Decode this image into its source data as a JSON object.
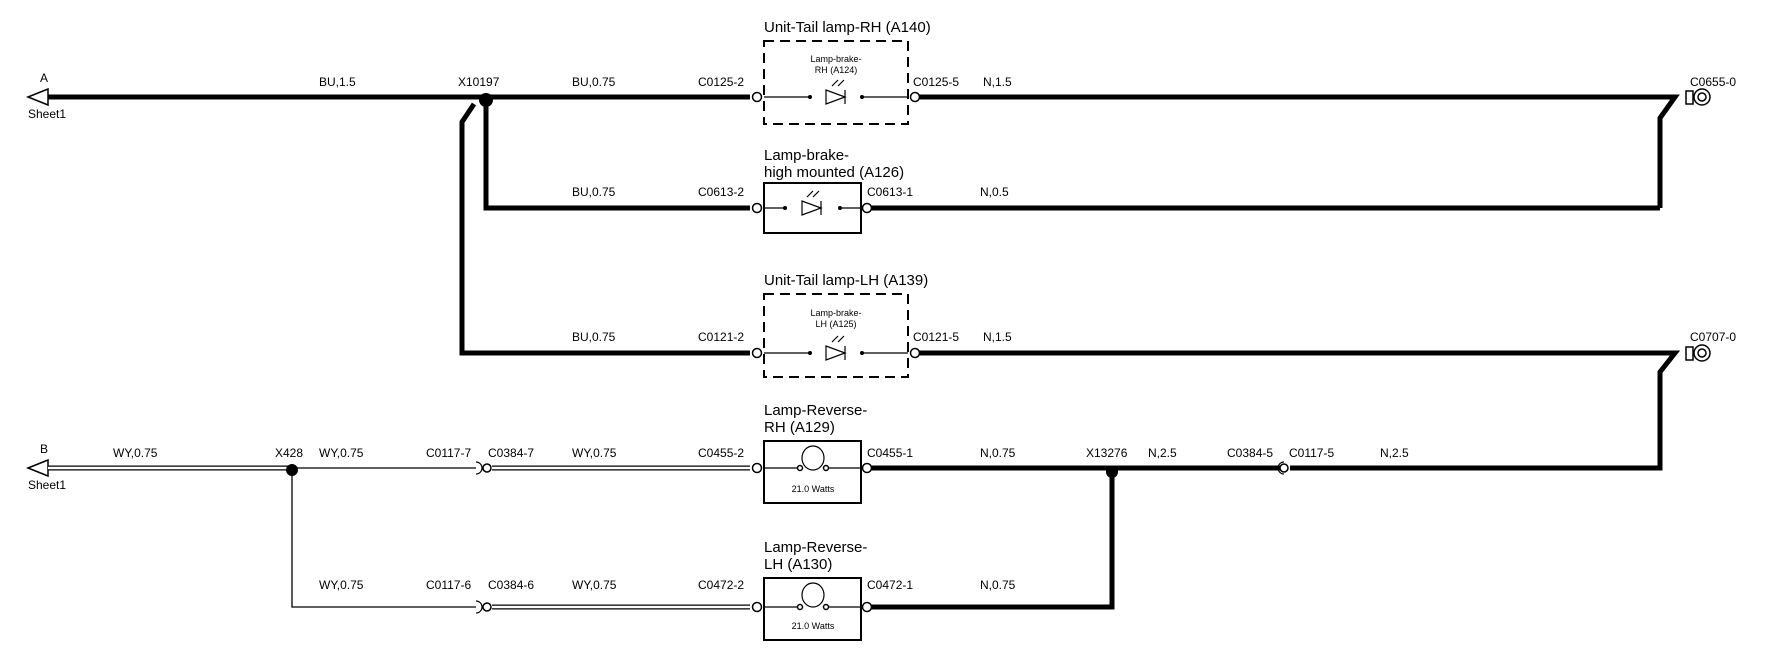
{
  "offpage": {
    "a": {
      "letter": "A",
      "sheet": "Sheet1"
    },
    "b": {
      "letter": "B",
      "sheet": "Sheet1"
    }
  },
  "wires": {
    "a_main": "BU,1.5",
    "x10197_to_c0125": "BU,0.75",
    "c0125_to_c0655": "N,1.5",
    "hm_in": "BU,0.75",
    "hm_out": "N,0.5",
    "lh_in": "BU,0.75",
    "lh_out": "N,1.5",
    "b_main": "WY,0.75",
    "x428_to_c0117_7": "WY,0.75",
    "c0384_7_to_c0455": "WY,0.75",
    "c0455_to_x13276": "N,0.75",
    "x13276_to_c0384_5": "N,2.5",
    "c0117_5_out": "N,2.5",
    "x428_lower": "WY,0.75",
    "c0384_6_to_c0472": "WY,0.75",
    "c0472_to_x13276": "N,0.75"
  },
  "splices": {
    "x10197": "X10197",
    "x428": "X428",
    "x13276": "X13276"
  },
  "connectors": {
    "c0125_2": "C0125-2",
    "c0125_5": "C0125-5",
    "c0655_0": "C0655-0",
    "c0613_2": "C0613-2",
    "c0613_1": "C0613-1",
    "c0121_2": "C0121-2",
    "c0121_5": "C0121-5",
    "c0707_0": "C0707-0",
    "c0117_7": "C0117-7",
    "c0384_7": "C0384-7",
    "c0455_2": "C0455-2",
    "c0455_1": "C0455-1",
    "c0384_5": "C0384-5",
    "c0117_5": "C0117-5",
    "c0117_6": "C0117-6",
    "c0384_6": "C0384-6",
    "c0472_2": "C0472-2",
    "c0472_1": "C0472-1"
  },
  "components": {
    "tail_rh": {
      "title": "Unit-Tail lamp-RH (A140)",
      "inner_line1": "Lamp-brake-",
      "inner_line2": "RH (A124)"
    },
    "brake_high": {
      "title_line1": "Lamp-brake-",
      "title_line2": "high mounted (A126)"
    },
    "tail_lh": {
      "title": "Unit-Tail lamp-LH (A139)",
      "inner_line1": "Lamp-brake-",
      "inner_line2": "LH (A125)"
    },
    "reverse_rh": {
      "title_line1": "Lamp-Reverse-",
      "title_line2": "RH (A129)",
      "watts": "21.0 Watts"
    },
    "reverse_lh": {
      "title_line1": "Lamp-Reverse-",
      "title_line2": "LH (A130)",
      "watts": "21.0 Watts"
    }
  }
}
